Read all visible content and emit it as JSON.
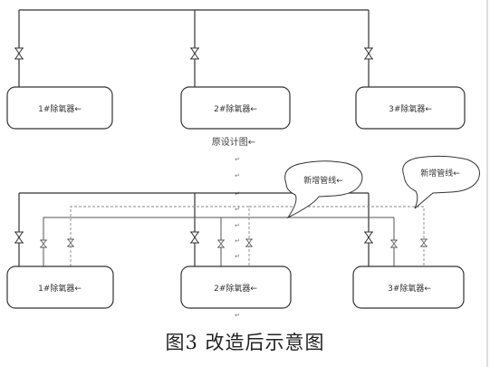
{
  "top_diagram": {
    "units": [
      "1#除氧器←",
      "2#除氧器←",
      "3#除氧器←"
    ],
    "subtitle": "原设计图←"
  },
  "bottom_diagram": {
    "units": [
      "1#除氧器←",
      "2#除氧器←",
      "3#除氧器←"
    ],
    "callouts": [
      "新增管线←",
      "新增管线←"
    ]
  },
  "para_marks": [
    "↵",
    "↵",
    "↵",
    "↵",
    "↵",
    "↵",
    "↵",
    "↵",
    "↵",
    "↵",
    "↵"
  ],
  "caption": "图3  改造后示意图"
}
